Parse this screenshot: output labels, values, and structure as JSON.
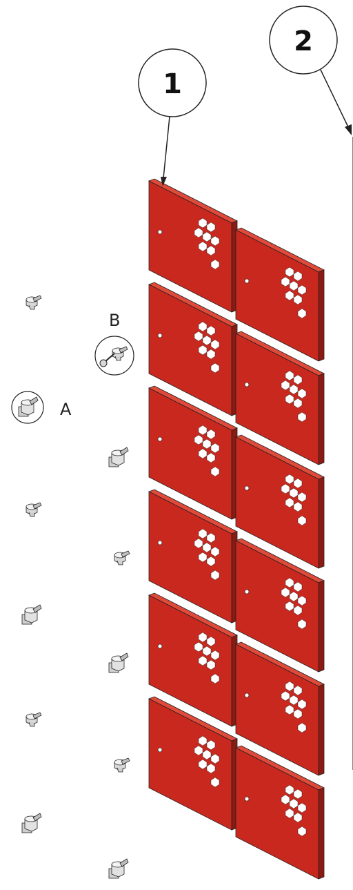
{
  "callouts": [
    {
      "id": "1",
      "label": "1"
    },
    {
      "id": "2",
      "label": "2"
    }
  ],
  "detail_labels": [
    {
      "id": "A",
      "label": "A"
    },
    {
      "id": "B",
      "label": "B"
    }
  ],
  "colors": {
    "door_face": "#c8281e",
    "door_top": "#e04a3a",
    "door_side": "#8a1a12",
    "line": "#222222",
    "lock_body": "#d8d8d8"
  },
  "door_grid": {
    "columns": 2,
    "rows": 6
  },
  "icon_names": [
    "cam-lock-icon",
    "key-lock-icon"
  ]
}
